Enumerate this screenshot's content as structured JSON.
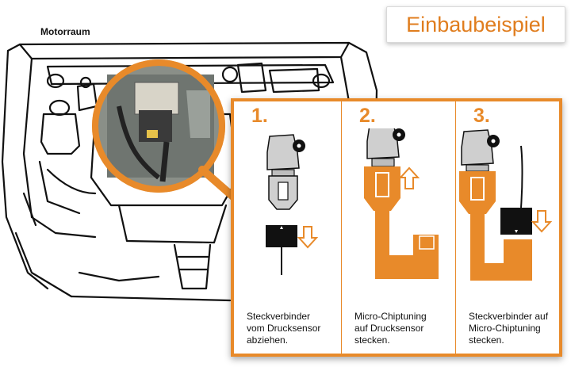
{
  "title": "Einbaubeispiel",
  "section_label": "Motorraum",
  "colors": {
    "accent": "#e88a2a",
    "title_text": "#e07d1e",
    "line": "#111111",
    "connector_black": "#111111",
    "sensor_gray": "#cfcfcf"
  },
  "steps": [
    {
      "number": "1.",
      "text": "Steckverbinder\nvom Drucksensor\nabziehen."
    },
    {
      "number": "2.",
      "text": "Micro-Chiptuning\nauf Drucksensor\nstecken."
    },
    {
      "number": "3.",
      "text": "Steckverbinder auf\nMicro-Chiptuning\nstecken."
    }
  ]
}
